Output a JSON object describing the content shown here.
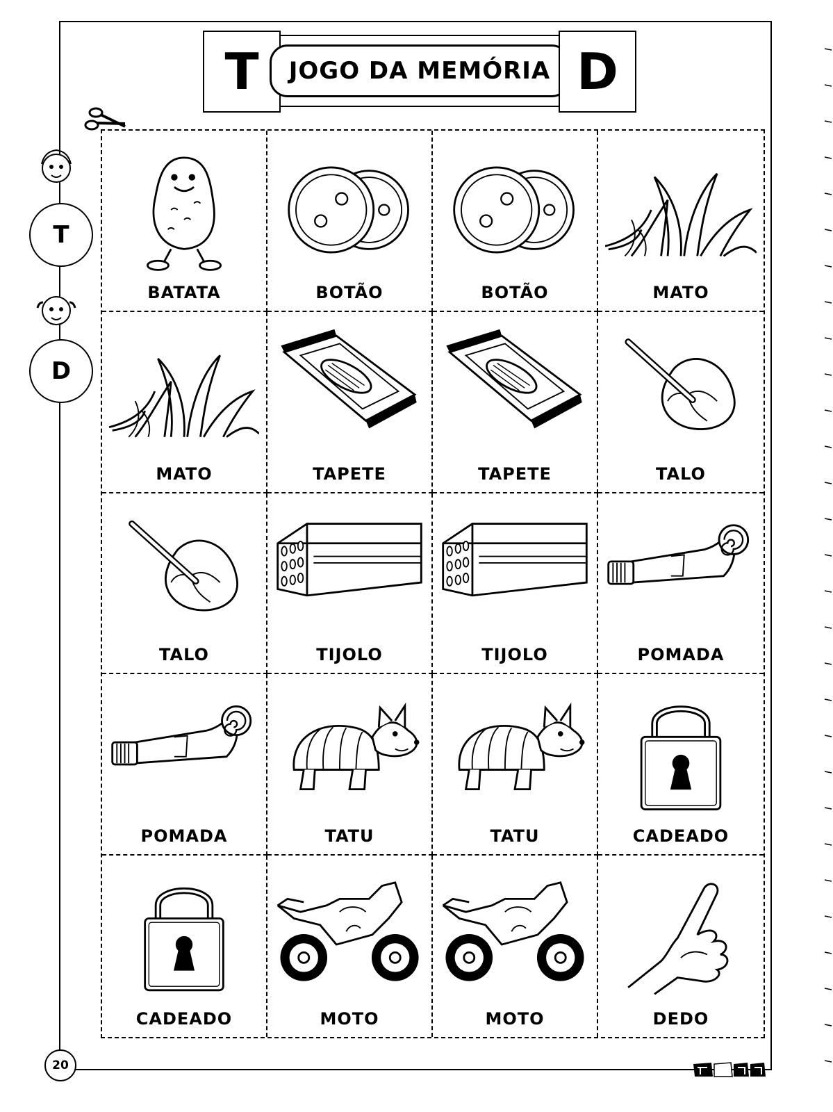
{
  "header": {
    "left_letter": "T",
    "title": "JOGO DA MEMÓRIA",
    "right_letter": "D"
  },
  "side": {
    "circle_top": "T",
    "circle_bottom": "D"
  },
  "cards": [
    {
      "label": "BATATA",
      "icon": "potato-icon"
    },
    {
      "label": "BOTÃO",
      "icon": "button-icon"
    },
    {
      "label": "BOTÃO",
      "icon": "button-icon"
    },
    {
      "label": "MATO",
      "icon": "grass-icon"
    },
    {
      "label": "MATO",
      "icon": "grass-icon"
    },
    {
      "label": "TAPETE",
      "icon": "rug-icon"
    },
    {
      "label": "TAPETE",
      "icon": "rug-icon"
    },
    {
      "label": "TALO",
      "icon": "leaf-stalk-icon"
    },
    {
      "label": "TALO",
      "icon": "leaf-stalk-icon"
    },
    {
      "label": "TIJOLO",
      "icon": "brick-icon"
    },
    {
      "label": "TIJOLO",
      "icon": "brick-icon"
    },
    {
      "label": "POMADA",
      "icon": "ointment-tube-icon"
    },
    {
      "label": "POMADA",
      "icon": "ointment-tube-icon"
    },
    {
      "label": "TATU",
      "icon": "armadillo-icon"
    },
    {
      "label": "TATU",
      "icon": "armadillo-icon"
    },
    {
      "label": "CADEADO",
      "icon": "padlock-icon"
    },
    {
      "label": "CADEADO",
      "icon": "padlock-icon"
    },
    {
      "label": "MOTO",
      "icon": "motorcycle-icon"
    },
    {
      "label": "MOTO",
      "icon": "motorcycle-icon"
    },
    {
      "label": "DEDO",
      "icon": "finger-icon"
    }
  ],
  "footer": {
    "page_number": "20"
  }
}
